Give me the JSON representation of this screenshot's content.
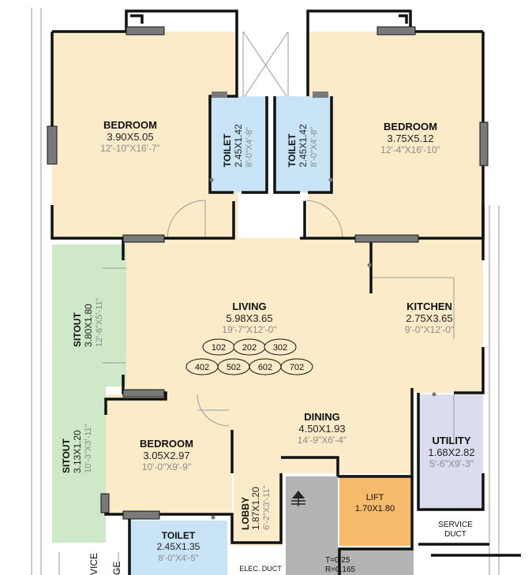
{
  "colors": {
    "bedroom_fill": "#fcebc8",
    "toilet_fill": "#c9e4f6",
    "sitout_fill": "#cfe8c7",
    "utility_fill": "#dcdcef",
    "lift_fill": "#f7b96a",
    "shaft_fill": "#b3b3b3",
    "window_fill": "#7a7a7a"
  },
  "rooms": {
    "bedroom1": {
      "name": "BEDROOM",
      "metric": "3.90X5.05",
      "imperial": "12'-10\"X16'-7\""
    },
    "toilet1": {
      "name": "TOILET",
      "metric": "2.45X1.42",
      "imperial": "8'-0\"X4'-8\""
    },
    "toilet2": {
      "name": "TOILET",
      "metric": "2.45X1.42",
      "imperial": "8'-0\"X4'-8\""
    },
    "bedroom2": {
      "name": "BEDROOM",
      "metric": "3.75X5.12",
      "imperial": "12'-4\"X16'-10\""
    },
    "sitout1": {
      "name": "SITOUT",
      "metric": "3.80X1.80",
      "imperial": "12'-6\"X5'-11\""
    },
    "living": {
      "name": "LIVING",
      "metric": "5.98X3.65",
      "imperial": "19'-7\"X12'-0\""
    },
    "kitchen": {
      "name": "KITCHEN",
      "metric": "2.75X3.65",
      "imperial": "9'-0\"X12'-0\""
    },
    "dining": {
      "name": "DINING",
      "metric": "4.50X1.93",
      "imperial": "14'-9\"X6'-4\""
    },
    "sitout2": {
      "name": "SITOUT",
      "metric": "3.13X1.20",
      "imperial": "10'-3\"X3'-11\""
    },
    "bedroom3": {
      "name": "BEDROOM",
      "metric": "3.05X2.97",
      "imperial": "10'-0\"X9'-9\""
    },
    "utility": {
      "name": "UTILITY",
      "metric": "1.68X2.82",
      "imperial": "5'-6\"X9'-3\""
    },
    "lobby": {
      "name": "LOBBY",
      "metric": "1.87X1.20",
      "imperial": "6'-2\"X3'-11\""
    },
    "lift": {
      "name": "LIFT",
      "metric": "1.70X1.80"
    },
    "toilet3": {
      "name": "TOILET",
      "metric": "2.45X1.35",
      "imperial": "8'-0\"X4'-5\""
    }
  },
  "unit_numbers": {
    "row1": [
      "102",
      "202",
      "302"
    ],
    "row2": [
      "402",
      "502",
      "602",
      "702"
    ]
  },
  "labels": {
    "service_duct": "SERVICE",
    "service_duct_2": "DUCT",
    "elec_duct": "ELEC. DUCT",
    "stair_t": "T=0.25",
    "stair_r": "R=0.165",
    "cut_left_1": "VICE",
    "cut_left_2": "GE"
  }
}
